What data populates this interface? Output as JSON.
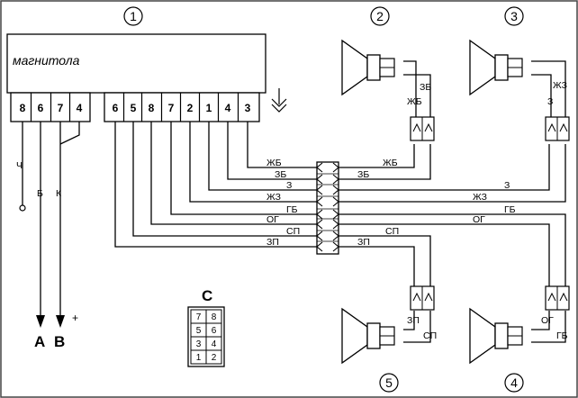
{
  "radio": {
    "callout": "1",
    "title": "магнитола",
    "pins_left": [
      "8",
      "6",
      "7",
      "4"
    ],
    "pins_right": [
      "6",
      "5",
      "8",
      "7",
      "2",
      "1",
      "4",
      "3"
    ]
  },
  "speakers": {
    "s2": {
      "callout": "2",
      "wire_a": "ЗБ",
      "wire_b": "ЖБ"
    },
    "s3": {
      "callout": "3",
      "wire_a": "ЖЗ",
      "wire_b": "З"
    },
    "s4": {
      "callout": "4",
      "wire_a": "ОГ",
      "wire_b": "ГБ"
    },
    "s5": {
      "callout": "5",
      "wire_a": "ЗП",
      "wire_b": "СП"
    }
  },
  "left_wires": {
    "ch": "Ч",
    "b": "Б",
    "k": "К"
  },
  "outputs": {
    "a": "A",
    "b": "B",
    "plus": "+"
  },
  "harness_left": [
    "ЖБ",
    "ЗБ",
    "З",
    "ЖЗ",
    "ГБ",
    "ОГ",
    "СП",
    "ЗП"
  ],
  "harness_right": [
    "ЖБ",
    "ЗБ",
    "З",
    "ЖЗ",
    "ГБ",
    "ОГ",
    "СП",
    "ЗП"
  ],
  "connector_c": {
    "label": "C",
    "rows": [
      [
        "7",
        "8"
      ],
      [
        "5",
        "6"
      ],
      [
        "3",
        "4"
      ],
      [
        "1",
        "2"
      ]
    ]
  }
}
